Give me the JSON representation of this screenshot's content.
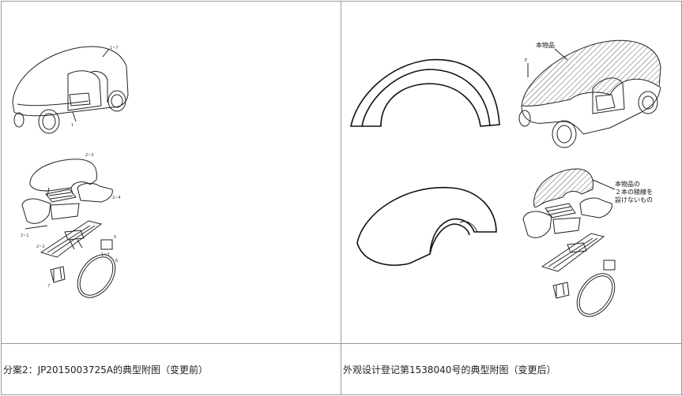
{
  "figure_table": {
    "left": {
      "caption": "分案2：JP2015003725A的典型附图（变更前）",
      "labels": {
        "l1": "1~7",
        "l2": "1",
        "l3": "2~3",
        "l4": "2~4",
        "l5": "2~1",
        "l6": "2~2",
        "l7": "1~3",
        "l8": "5",
        "l9": "6",
        "l10": "7"
      }
    },
    "right": {
      "caption": "外观设计登记第1538040号的典型附图（变更后）",
      "labels": {
        "honbutsu": "本物品",
        "e": "E",
        "note1": "本物品の",
        "note2": "２本の稜線を",
        "note3": "設けないもの"
      }
    }
  }
}
